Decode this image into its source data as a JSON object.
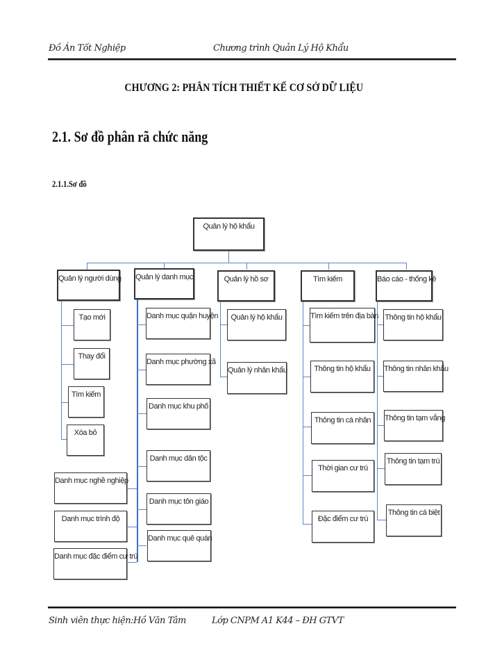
{
  "header": {
    "left": "Đồ Án Tốt Nghiệp",
    "center": "Chương trình Quản Lý Hộ Khẩu"
  },
  "content": {
    "chapter_title": "CHƯƠNG 2: PHÂN TÍCH  THIẾT  KẾ CƠ SỞ DỮ LIỆU",
    "section_title": "2.1. Sơ đồ phân rã chức năng",
    "subsection_title": "2.1.1.Sơ đồ"
  },
  "diagram": {
    "root": "Quản lý hộ khẩu",
    "branches": [
      {
        "label": "Quản lý người dùng",
        "children": [
          "Tạo mới",
          "Thay đổi",
          "Tìm kiếm",
          "Xóa bỏ"
        ]
      },
      {
        "label": "Quản lý danh mục",
        "children": [
          "Danh mục quận huyện",
          "Danh mục phường xã",
          "Danh mục khu phố",
          "Danh mục dân tộc",
          "Danh mục tôn giáo",
          "Danh mục quê quán",
          "Danh mục nghề nghiệp",
          "Danh mục trình độ",
          "Danh mục đặc điểm cư trú"
        ]
      },
      {
        "label": "Quản lý hồ sơ",
        "children": [
          "Quản lý hộ khẩu",
          "Quản lý nhân khẩu"
        ]
      },
      {
        "label": "Tìm kiếm",
        "children": [
          "Tìm kiếm trên địa bàn",
          "Thông tin hộ khẩu",
          "Thông tin cá nhân",
          "Thời gian cư trú",
          "Đặc điểm cư trú"
        ]
      },
      {
        "label": "Báo cáo - thống kê",
        "children": [
          "Thông tin hộ khẩu",
          "Thông tin nhân khẩu",
          "Thông tin tạm vắng",
          "Thông tin tạm trú",
          "Thông tin cá biệt"
        ]
      }
    ],
    "connector_color": "#5b85c6",
    "border_color": "#333333"
  },
  "footer": {
    "left": "Sinh viên thực hiện:Hồ Văn Tâm",
    "center": "Lớp CNPM A1 K44 – ĐH GTVT"
  }
}
